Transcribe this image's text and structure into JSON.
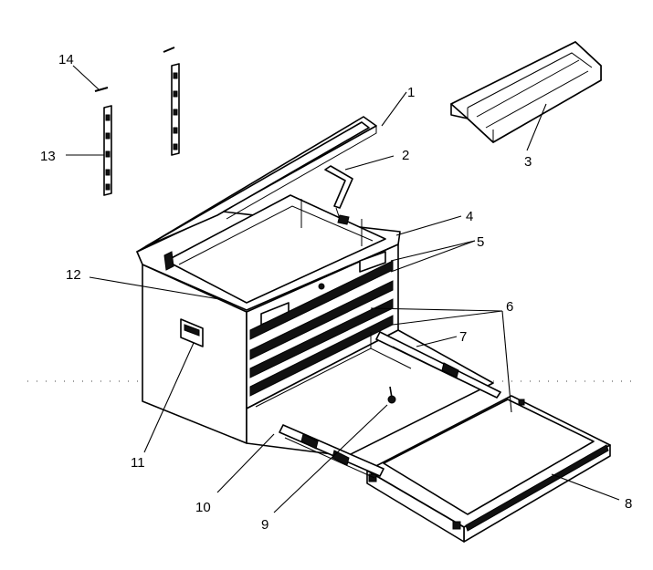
{
  "callouts": [
    {
      "id": "c1",
      "label": "1"
    },
    {
      "id": "c2",
      "label": "2"
    },
    {
      "id": "c3",
      "label": "3"
    },
    {
      "id": "c4",
      "label": "4"
    },
    {
      "id": "c5",
      "label": "5"
    },
    {
      "id": "c6",
      "label": "6"
    },
    {
      "id": "c7",
      "label": "7"
    },
    {
      "id": "c8",
      "label": "8"
    },
    {
      "id": "c9",
      "label": "9"
    },
    {
      "id": "c10",
      "label": "10"
    },
    {
      "id": "c11",
      "label": "11"
    },
    {
      "id": "c12",
      "label": "12"
    },
    {
      "id": "c13",
      "label": "13"
    },
    {
      "id": "c14",
      "label": "14"
    }
  ]
}
